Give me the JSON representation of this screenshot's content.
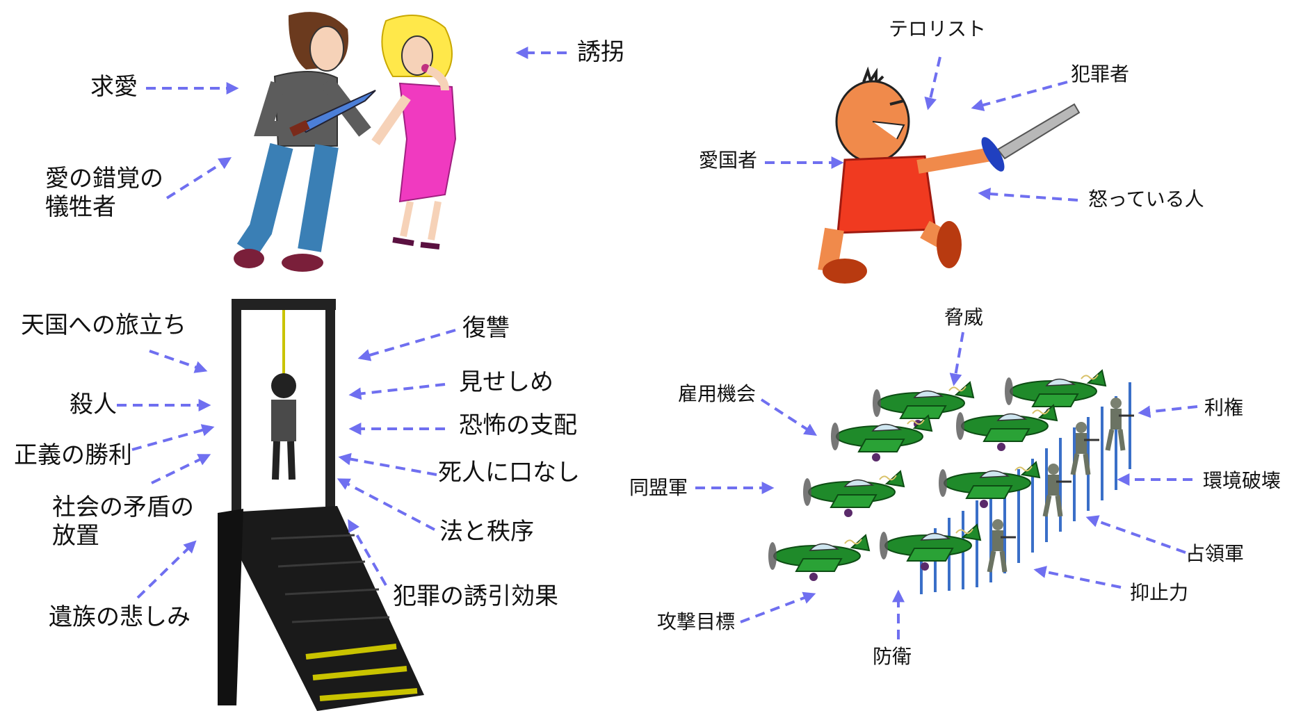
{
  "panels": {
    "love": {
      "labels": {
        "kyuai": "求愛",
        "yuukai": "誘拐",
        "sakkaku": "愛の錯覚の犠牲者"
      }
    },
    "warrior": {
      "labels": {
        "terrorist": "テロリスト",
        "hanzaisha": "犯罪者",
        "aikokusha": "愛国者",
        "okotteiru": "怒っている人"
      }
    },
    "gallows": {
      "labels": {
        "tengoku": "天国への旅立ち",
        "fukushu": "復讐",
        "misesime": "見せしめ",
        "satsujin": "殺人",
        "kyoufu": "恐怖の支配",
        "seigi": "正義の勝利",
        "shinin": "死人に口なし",
        "mujun": "社会の矛盾の放置",
        "hou": "法と秩序",
        "yuuin": "犯罪の誘引効果",
        "izoku": "遺族の悲しみ"
      }
    },
    "military": {
      "labels": {
        "kyoui": "脅威",
        "koyou": "雇用機会",
        "riken": "利権",
        "doumei": "同盟軍",
        "kankyou": "環境破壊",
        "senryou": "占領軍",
        "yokushi": "抑止力",
        "kougeki": "攻撃目標",
        "bouei": "防衛"
      }
    }
  },
  "colors": {
    "arrow": "#6f6ff0",
    "plane_body": "#1f8a2a",
    "gallows": "#222222",
    "rope": "#c9c300",
    "warrior_skin": "#f08a4b",
    "warrior_shirt": "#f03a20",
    "woman_dress": "#f03ac0",
    "woman_hair": "#ffe84a"
  }
}
